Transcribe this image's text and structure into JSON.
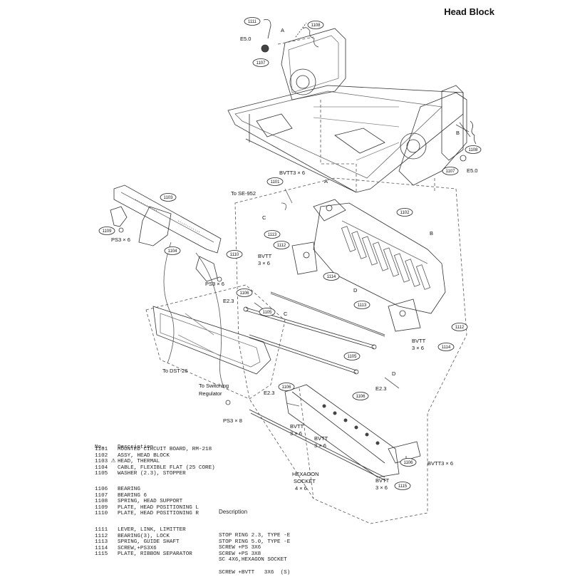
{
  "title": "Head Block",
  "callouts": {
    "c1101": "1101",
    "c1102": "1102",
    "c1103": "1103",
    "c1104": "1104",
    "c1105a": "1105",
    "c1105b": "1105",
    "c1106a": "1106",
    "c1106b": "1106",
    "c1106c": "1106",
    "c1106d": "1106",
    "c1107a": "1107",
    "c1107b": "1107",
    "c1108a": "1108",
    "c1108b": "1108",
    "c1109": "1109",
    "c1110": "1110",
    "c1111": "1111",
    "c1112a": "1112",
    "c1112b": "1112",
    "c1113a": "1113",
    "c1113b": "1113",
    "c1114a": "1114",
    "c1114b": "1114",
    "c1115": "1115"
  },
  "labels": {
    "e50_top": "E5.0",
    "e50_right": "E5.0",
    "a_top": "A",
    "b_right": "B",
    "a_mid": "A",
    "b_mid": "B",
    "c_left": "C",
    "c_mid": "C",
    "d_left": "D",
    "d_mid": "D",
    "bvtt3_top": "BVTT3 × 6",
    "to_se952": "To SE-952",
    "ps3_left": "PS3 × 6",
    "ps3_mid": "PS3 × 6",
    "ps3_bottom": "PS3 × 8",
    "bvtt_left_1": "BVTT",
    "bvtt_left_2": "3 × 6",
    "e23_a": "E2.3",
    "e23_b": "E2.3",
    "e23_c": "E2.3",
    "to_dst26": "To DST-26",
    "to_switch_1": "To Switching",
    "to_switch_2": "Regulator",
    "bvtt_right_1": "BVTT",
    "bvtt_right_2": "3 × 6",
    "bvtt_bot1_1": "BVTT",
    "bvtt_bot1_2": "3 × 6",
    "bvtt_bot2_1": "BVTT",
    "bvtt_bot2_2": "3 × 6",
    "bvtt_bot3_1": "BVTT",
    "bvtt_bot3_2": "3 × 6",
    "bvtt3_bottom": "BVTT3 × 6",
    "hex_1": "HEXAGON",
    "hex_2": "SOCKET",
    "hex_3": "4 × 6"
  },
  "parts_list": {
    "col_no": "No.",
    "col_desc": "Description",
    "group1": [
      {
        "no": "1101",
        "desc": "MOUNTED CIRCUIT BOARD, RM-218"
      },
      {
        "no": "1102",
        "desc": "ASSY, HEAD BLOCK"
      },
      {
        "no": "1103 ⚠",
        "desc": "HEAD, THERMAL"
      },
      {
        "no": "1104",
        "desc": "CABLE, FLEXIBLE FLAT (25 CORE)"
      },
      {
        "no": "1105",
        "desc": "WASHER (2.3), STOPPER"
      }
    ],
    "group2": [
      {
        "no": "1106",
        "desc": "BEARING"
      },
      {
        "no": "1107",
        "desc": "BEARING 6"
      },
      {
        "no": "1108",
        "desc": "SPRING, HEAD SUPPORT"
      },
      {
        "no": "1109",
        "desc": "PLATE, HEAD POSITIONING L"
      },
      {
        "no": "1110",
        "desc": "PLATE, HEAD POSITIONING R"
      }
    ],
    "group3": [
      {
        "no": "1111",
        "desc": "LEVER, LINK, LIMITTER"
      },
      {
        "no": "1112",
        "desc": "BEARING(3), LOCK"
      },
      {
        "no": "1113",
        "desc": "SPRING, GUIDE SHAFT"
      },
      {
        "no": "1114",
        "desc": "SCREW,+PS3X6"
      },
      {
        "no": "1115",
        "desc": "PLATE, RIBBON SEPARATOR"
      }
    ],
    "desc2_header": "Description",
    "desc2": [
      "STOP RING 2.3, TYPE -E",
      "STOP RING 5.0, TYPE -E",
      "SCREW +PS 3X6",
      "SCREW +PS 3X8",
      "SC 4X6,HEXAGON SOCKET",
      "",
      "SCREW +BVTT   3X6  (S)"
    ]
  }
}
